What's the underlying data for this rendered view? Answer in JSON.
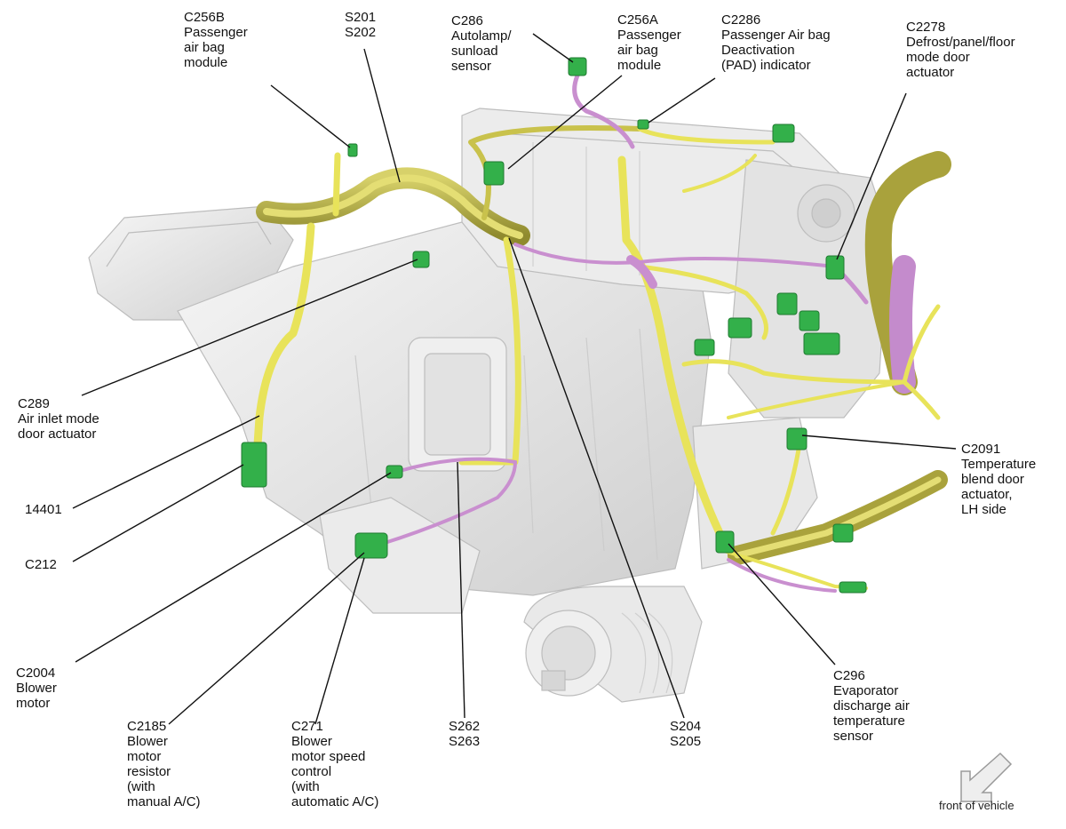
{
  "colors": {
    "harness_yellow": "#e8e35a",
    "harness_trunk": "#b9b246",
    "harness_pink": "#c98fcf",
    "connector_green": "#33b04a",
    "housing_gray": "#e6e6e6",
    "leader_line": "#111111"
  },
  "callouts": [
    {
      "id": "c256b",
      "lines": [
        "C256B",
        "Passenger",
        "air bag",
        "module"
      ]
    },
    {
      "id": "s201",
      "lines": [
        "S201",
        "S202"
      ]
    },
    {
      "id": "c286",
      "lines": [
        "C286",
        "Autolamp/",
        "sunload",
        "sensor"
      ]
    },
    {
      "id": "c256a",
      "lines": [
        "C256A",
        "Passenger",
        "air bag",
        "module"
      ]
    },
    {
      "id": "c2286",
      "lines": [
        "C2286",
        "Passenger Air bag",
        "Deactivation",
        "(PAD) indicator"
      ]
    },
    {
      "id": "c2278",
      "lines": [
        "C2278",
        "Defrost/panel/floor",
        "mode door",
        "actuator"
      ]
    },
    {
      "id": "c289",
      "lines": [
        "C289",
        "Air inlet mode",
        "door actuator"
      ]
    },
    {
      "id": "p14401",
      "lines": [
        "14401"
      ]
    },
    {
      "id": "c212",
      "lines": [
        "C212"
      ]
    },
    {
      "id": "c2091",
      "lines": [
        "C2091",
        "Temperature",
        "blend door",
        "actuator,",
        "LH side"
      ]
    },
    {
      "id": "c2004",
      "lines": [
        "C2004",
        "Blower",
        "motor"
      ]
    },
    {
      "id": "c2185",
      "lines": [
        "C2185",
        "Blower",
        "motor",
        "resistor",
        "(with",
        "manual A/C)"
      ]
    },
    {
      "id": "c271",
      "lines": [
        "C271",
        "Blower",
        "motor speed",
        "control",
        "(with",
        "automatic A/C)"
      ]
    },
    {
      "id": "s262",
      "lines": [
        "S262",
        "S263"
      ]
    },
    {
      "id": "s204",
      "lines": [
        "S204",
        "S205"
      ]
    },
    {
      "id": "c296",
      "lines": [
        "C296",
        "Evaporator",
        "discharge air",
        "temperature",
        "sensor"
      ]
    }
  ],
  "direction_indicator": {
    "label": "front of vehicle",
    "icon": "arrow-down-left-icon"
  }
}
